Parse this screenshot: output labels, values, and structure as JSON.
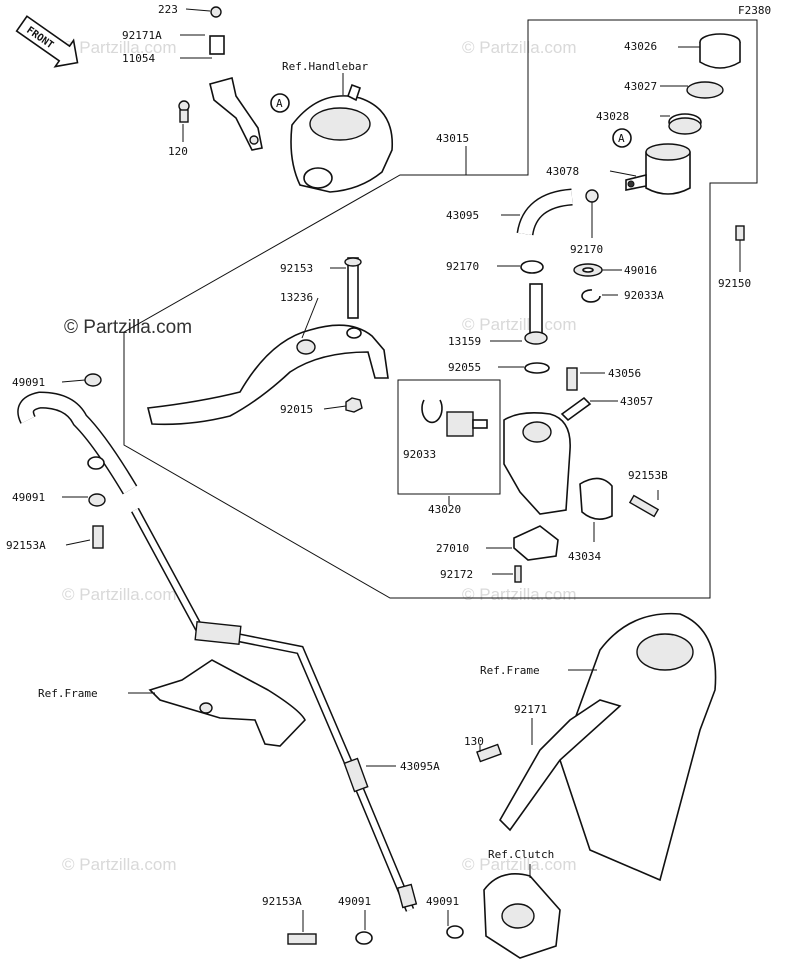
{
  "diagram_code": "F2380",
  "front_arrow": "FRONT",
  "watermark": "© Partzilla.com",
  "callout": "A",
  "labels": {
    "p223": "223",
    "p92171A": "92171A",
    "p11054": "11054",
    "p120": "120",
    "ref_handlebar": "Ref.Handlebar",
    "p43015": "43015",
    "p43026": "43026",
    "p43027": "43027",
    "p43028": "43028",
    "p43078": "43078",
    "p43095": "43095",
    "p92170a": "92170",
    "p92170b": "92170",
    "p49016": "49016",
    "p92033A": "92033A",
    "p92150": "92150",
    "p92153": "92153",
    "p13236": "13236",
    "p13159": "13159",
    "p92055": "92055",
    "p43056": "43056",
    "p43057": "43057",
    "p92015": "92015",
    "p92033": "92033",
    "p43020": "43020",
    "p92153B": "92153B",
    "p27010": "27010",
    "p43034": "43034",
    "p92172": "92172",
    "p49091a": "49091",
    "p49091b": "49091",
    "p92153Aa": "92153A",
    "ref_frame_left": "Ref.Frame",
    "ref_frame_right": "Ref.Frame",
    "p92171": "92171",
    "p130": "130",
    "p43095A": "43095A",
    "ref_clutch": "Ref.Clutch",
    "p92153Ab": "92153A",
    "p49091c": "49091",
    "p49091d": "49091"
  }
}
